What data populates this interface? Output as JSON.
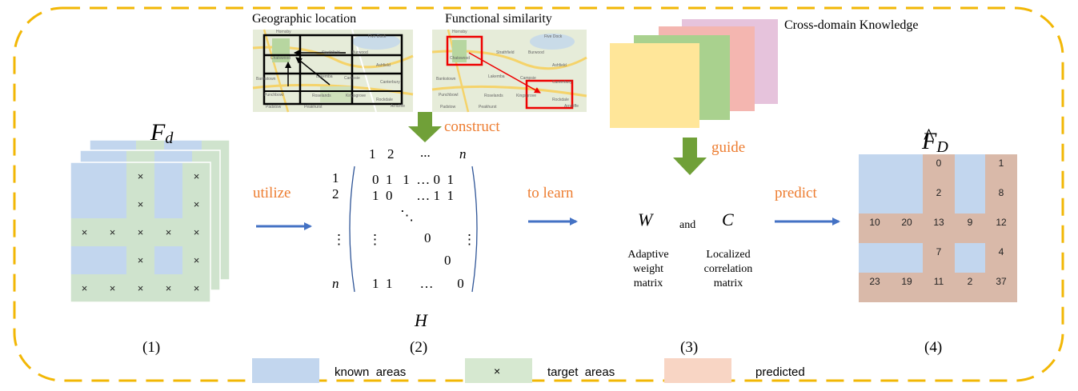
{
  "panel1": {
    "label": "(1)",
    "symbol_main": "F",
    "symbol_sub": "d",
    "mark": "×",
    "x_cells": [
      "r1c3",
      "r1c5",
      "r2c3",
      "r2c5",
      "r3c1",
      "r3c2",
      "r3c3",
      "r3c4",
      "r3c5",
      "r4c3",
      "r4c5",
      "r5c1",
      "r5c2",
      "r5c3",
      "r5c4",
      "r5c5"
    ]
  },
  "arrows": {
    "utilize": "utilize",
    "to_learn": "to learn",
    "predict": "predict",
    "construct": "construct",
    "guide": "guide"
  },
  "maps": {
    "geo_title": "Geographic location",
    "func_title": "Functional similarity",
    "map_labels": [
      "Hornsby",
      "Five Dock",
      "Chatswood",
      "Strathfield",
      "Burwood",
      "Ashfield",
      "Bankstown",
      "Lakemba",
      "Campsie",
      "Canterbury",
      "Punchbowl",
      "Roselands",
      "Kingsgrove",
      "Rockdale",
      "Arncliffe",
      "Padstow",
      "Peakhurst"
    ]
  },
  "matrix": {
    "col_headers": [
      "1",
      "2",
      "...",
      "n"
    ],
    "row_headers": [
      "1",
      "2",
      "⋮",
      "n"
    ],
    "row1": "0  1   1  … 0  1",
    "row2": "1  0       … 1  1",
    "ddots": "⋱",
    "row3_left": "⋮",
    "row3_mid": "0",
    "row3_right": "⋮",
    "row4_mid": "0",
    "row5": "1  1        …       0",
    "name": "H",
    "label": "(2)"
  },
  "knowledge": {
    "title": "Cross-domain Knowledge",
    "colors": [
      "#ffe699",
      "#a9d18e",
      "#f4b6b0",
      "#e6c3dc"
    ]
  },
  "weights": {
    "w_symbol": "W",
    "and": "and",
    "c_symbol": "C",
    "w_desc_1": "Adaptive",
    "w_desc_2": "weight",
    "w_desc_3": "matrix",
    "c_desc_1": "Localized",
    "c_desc_2": "correlation",
    "c_desc_3": "matrix",
    "label": "(3)"
  },
  "panel4": {
    "symbol_main": "F",
    "symbol_sub": "D",
    "hat": "^",
    "label": "(4)",
    "values": {
      "r1c3": "0",
      "r1c5": "1",
      "r2c3": "2",
      "r2c5": "8",
      "r3c1": "10",
      "r3c2": "20",
      "r3c3": "13",
      "r3c4": "9",
      "r3c5": "12",
      "r4c3": "7",
      "r4c5": "4",
      "r5c1": "23",
      "r5c2": "19",
      "r5c3": "11",
      "r5c4": "2",
      "r5c5": "37"
    }
  },
  "legend": {
    "known": "known  areas",
    "target_mark": "×",
    "target": "target  areas",
    "predicted": "predicted"
  },
  "colors": {
    "border": "#f2b705",
    "blue": "#c2d6ee",
    "green": "#cfe3cd",
    "brown": "#d9b9a9",
    "arrow_blue": "#4472c4",
    "arrow_green": "#70a038",
    "orange": "#ed7d31"
  }
}
